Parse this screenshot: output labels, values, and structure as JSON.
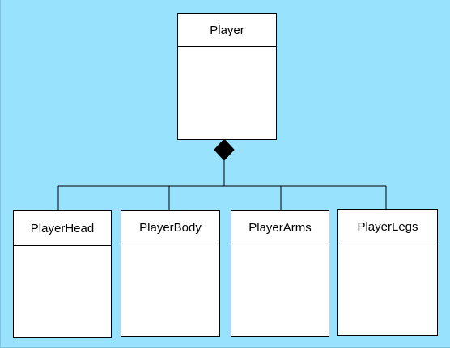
{
  "diagram": {
    "parent": {
      "name": "Player"
    },
    "children": [
      {
        "name": "PlayerHead"
      },
      {
        "name": "PlayerBody"
      },
      {
        "name": "PlayerArms"
      },
      {
        "name": "PlayerLegs"
      }
    ],
    "relationship": "composition",
    "colors": {
      "background": "#99e2fd",
      "box_fill": "#ffffff",
      "stroke": "#000000"
    }
  }
}
